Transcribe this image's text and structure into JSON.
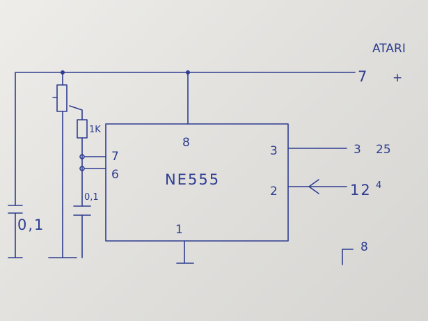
{
  "header": {
    "atari": "ATARI"
  },
  "chip": {
    "name": "NE555",
    "pin8": "8",
    "pin7": "7",
    "pin6": "6",
    "pin3": "3",
    "pin2": "2",
    "pin1": "1"
  },
  "components": {
    "resistor": "1K",
    "cap_timing": "0,1",
    "cap_supply": "0,1"
  },
  "connector": {
    "plus_pin": "7",
    "plus_sign": "+",
    "out_pin": "3",
    "out_sup": "25",
    "in_pin": "12",
    "in_sup": "4",
    "gnd_pin": "8"
  }
}
